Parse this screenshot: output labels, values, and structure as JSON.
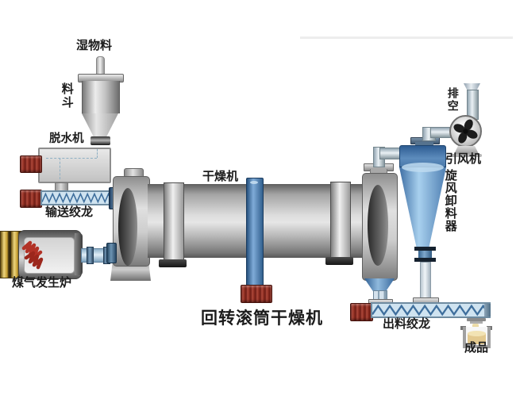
{
  "title": "回转滚筒干燥机",
  "labels": {
    "wet_material": "湿物料",
    "hopper": "料斗",
    "dewaterer": "脱水机",
    "feed_screw": "输送绞龙",
    "gas_furnace": "煤气发生炉",
    "dryer": "干燥机",
    "exhaust": "排空",
    "draft_fan": "引风机",
    "cyclone": "旋风卸料器",
    "discharge_screw": "出料绞龙",
    "product": "成品"
  },
  "colors": {
    "background": "#ffffff",
    "text": "#1c1c1c",
    "drum_dark": "#5e5e5e",
    "drum_light": "#e4e4e4",
    "gear_band_blue": "#3f6f9d",
    "motor_red": "#8c2c20",
    "furnace_gold": "#c29a2e",
    "flame_red": "#b23226",
    "cyclone_blue_dark": "#2e5d92",
    "cyclone_blue_light": "#a8d0ee",
    "conveyor_blue": "#cfe3f0",
    "screw_zigzag_blue": "#3f6f9d",
    "product_yellow": "#e3c98f"
  }
}
